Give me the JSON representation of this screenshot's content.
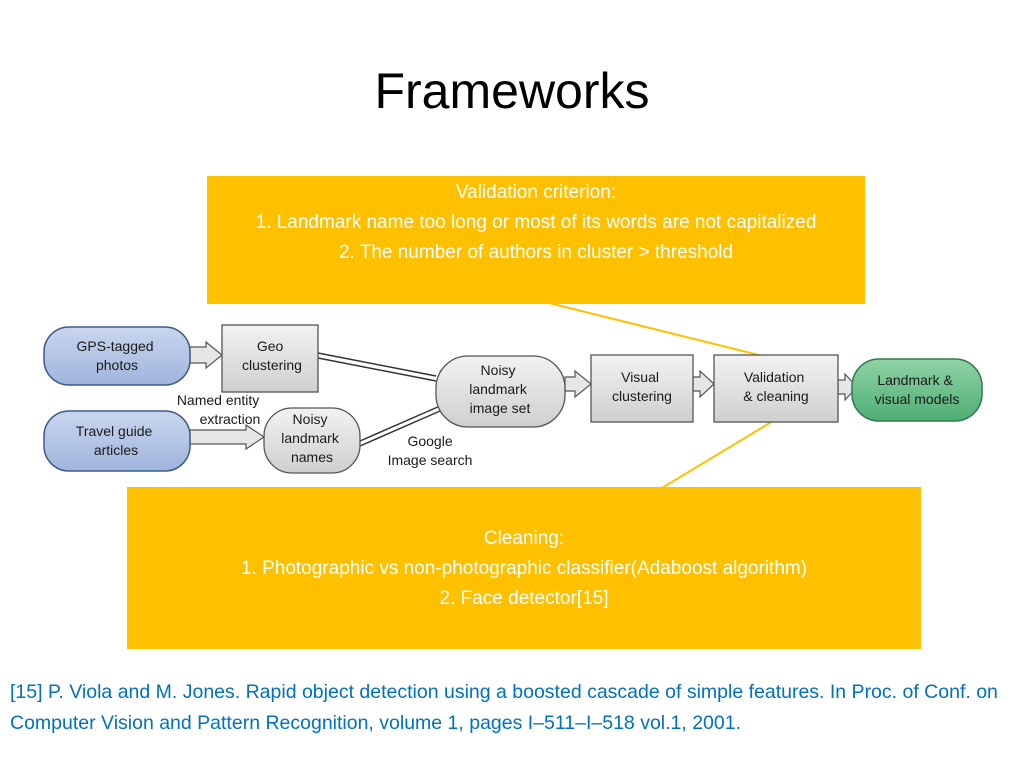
{
  "slide": {
    "title": "Frameworks"
  },
  "callouts": {
    "validation": {
      "heading": "Validation criterion:",
      "line1": "1. Landmark name too long or most of its words are not capitalized",
      "line2": "2. The number of authors in cluster > threshold"
    },
    "cleaning": {
      "heading": "Cleaning:",
      "line1": "1. Photographic vs non-photographic classifier(Adaboost algorithm)",
      "line2": "2. Face detector[15]"
    }
  },
  "diagram": {
    "nodes": {
      "gps": [
        "GPS-tagged",
        "photos"
      ],
      "travel": [
        "Travel guide",
        "articles"
      ],
      "geo": [
        "Geo",
        "clustering"
      ],
      "noisy_names": [
        "Noisy",
        "landmark",
        "names"
      ],
      "noisy_set": [
        "Noisy",
        "landmark",
        "image set"
      ],
      "visual": [
        "Visual",
        "clustering"
      ],
      "validation": [
        "Validation",
        "& cleaning"
      ],
      "models": [
        "Landmark  &",
        "visual models"
      ]
    },
    "edge_labels": {
      "ner": [
        "Named entity",
        "extraction"
      ],
      "google": [
        "Google",
        "Image search"
      ]
    },
    "colors": {
      "blue_node": "#b4c6e7",
      "gray_box": "#d9d9d9",
      "green_node": "#70c28c",
      "callout": "#ffc000",
      "connector": "#ffc000"
    }
  },
  "reference": "[15] P. Viola and M. Jones. Rapid object detection using a boosted cascade of simple features. In Proc. of Conf. on Computer Vision and Pattern Recognition, volume 1, pages I–511–I–518 vol.1, 2001."
}
